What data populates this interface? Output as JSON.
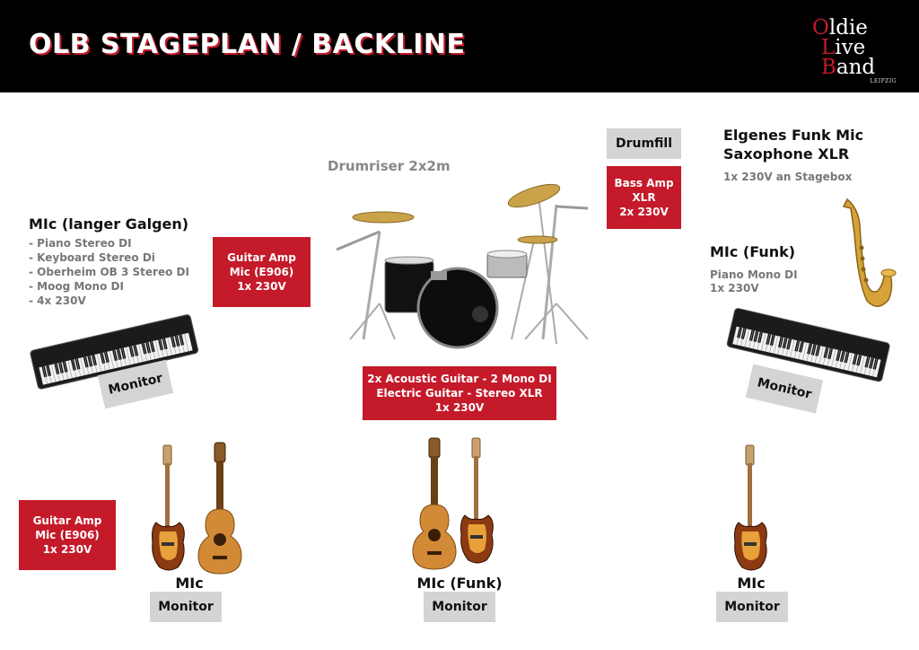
{
  "header": {
    "title": "OLB STAGEPLAN / BACKLINE",
    "logo": {
      "line1": "Oldie",
      "line2": "Live",
      "line3": "Band",
      "subtitle": "LEIPZIG"
    }
  },
  "stage": {
    "drumriser_label": "Drumriser 2x2m",
    "drumfill_label": "Drumfill",
    "bass_amp": {
      "l1": "Bass Amp",
      "l2": "XLR",
      "l3": "2x 230V"
    },
    "sax": {
      "title1": "Elgenes Funk Mic",
      "title2": "Saxophone XLR",
      "power": "1x 230V an Stagebox"
    },
    "left_keys": {
      "title": "MIc (langer Galgen)",
      "items": [
        "- Piano Stereo DI",
        "- Keyboard Stereo Di",
        "- Oberheim OB 3 Stereo DI",
        "- Moog Mono DI",
        "- 4x 230V"
      ]
    },
    "right_keys": {
      "title": "MIc (Funk)",
      "items": [
        "Piano Mono DI",
        "1x 230V"
      ]
    },
    "guitar_amp_center": {
      "l1": "Guitar Amp",
      "l2": "Mic (E906)",
      "l3": "1x 230V"
    },
    "guitar_amp_left": {
      "l1": "Guitar Amp",
      "l2": "Mic (E906)",
      "l3": "1x 230V"
    },
    "center_front": {
      "l1": "2x Acoustic Guitar - 2 Mono DI",
      "l2": "Electric Guitar - Stereo XLR",
      "l3": "1x 230V"
    },
    "monitor_label": "Monitor",
    "front_left_mic": "MIc",
    "front_center_mic": "MIc (Funk)",
    "front_right_mic": "MIc"
  },
  "colors": {
    "accent": "#c41a2a",
    "header_bg": "#000000",
    "monitor_bg": "#d4d4d4",
    "grey_text": "#777777"
  },
  "icons": [
    "drum-kit-icon",
    "keyboard-icon",
    "saxophone-icon",
    "acoustic-guitar-icon",
    "bass-guitar-icon"
  ]
}
